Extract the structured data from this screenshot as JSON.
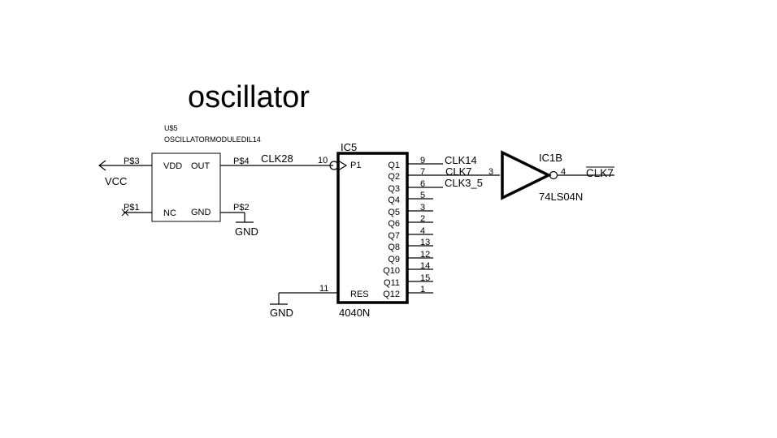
{
  "title": "oscillator",
  "osc": {
    "ref": "U$5",
    "value": "OSCILLATORMODULEDIL14",
    "pins": {
      "vdd": "VDD",
      "out": "OUT",
      "nc": "NC",
      "gnd": "GND"
    },
    "pads": {
      "p3": "P$3",
      "p4": "P$4",
      "p1": "P$1",
      "p2": "P$2"
    },
    "vcc_label": "VCC",
    "gnd_label": "GND"
  },
  "nets": {
    "clk28": "CLK28",
    "clk14": "CLK14",
    "clk7": "CLK7",
    "clk3_5": "CLK3_5",
    "clk7_out": "CLK7"
  },
  "counter": {
    "ref": "IC5",
    "value": "4040N",
    "clock_pin_label": "P1",
    "clock_pin_number": "10",
    "reset_pin_label": "RES",
    "reset_pin_number": "11",
    "gnd_label": "GND",
    "outputs": [
      {
        "label": "Q1",
        "pin": "9"
      },
      {
        "label": "Q2",
        "pin": "7"
      },
      {
        "label": "Q3",
        "pin": "6"
      },
      {
        "label": "Q4",
        "pin": "5"
      },
      {
        "label": "Q5",
        "pin": "3"
      },
      {
        "label": "Q6",
        "pin": "2"
      },
      {
        "label": "Q7",
        "pin": "4"
      },
      {
        "label": "Q8",
        "pin": "13"
      },
      {
        "label": "Q9",
        "pin": "12"
      },
      {
        "label": "Q10",
        "pin": "14"
      },
      {
        "label": "Q11",
        "pin": "15"
      },
      {
        "label": "Q12",
        "pin": "1"
      }
    ]
  },
  "inverter": {
    "ref": "IC1B",
    "value": "74LS04N",
    "in_pin": "3",
    "out_pin": "4"
  }
}
